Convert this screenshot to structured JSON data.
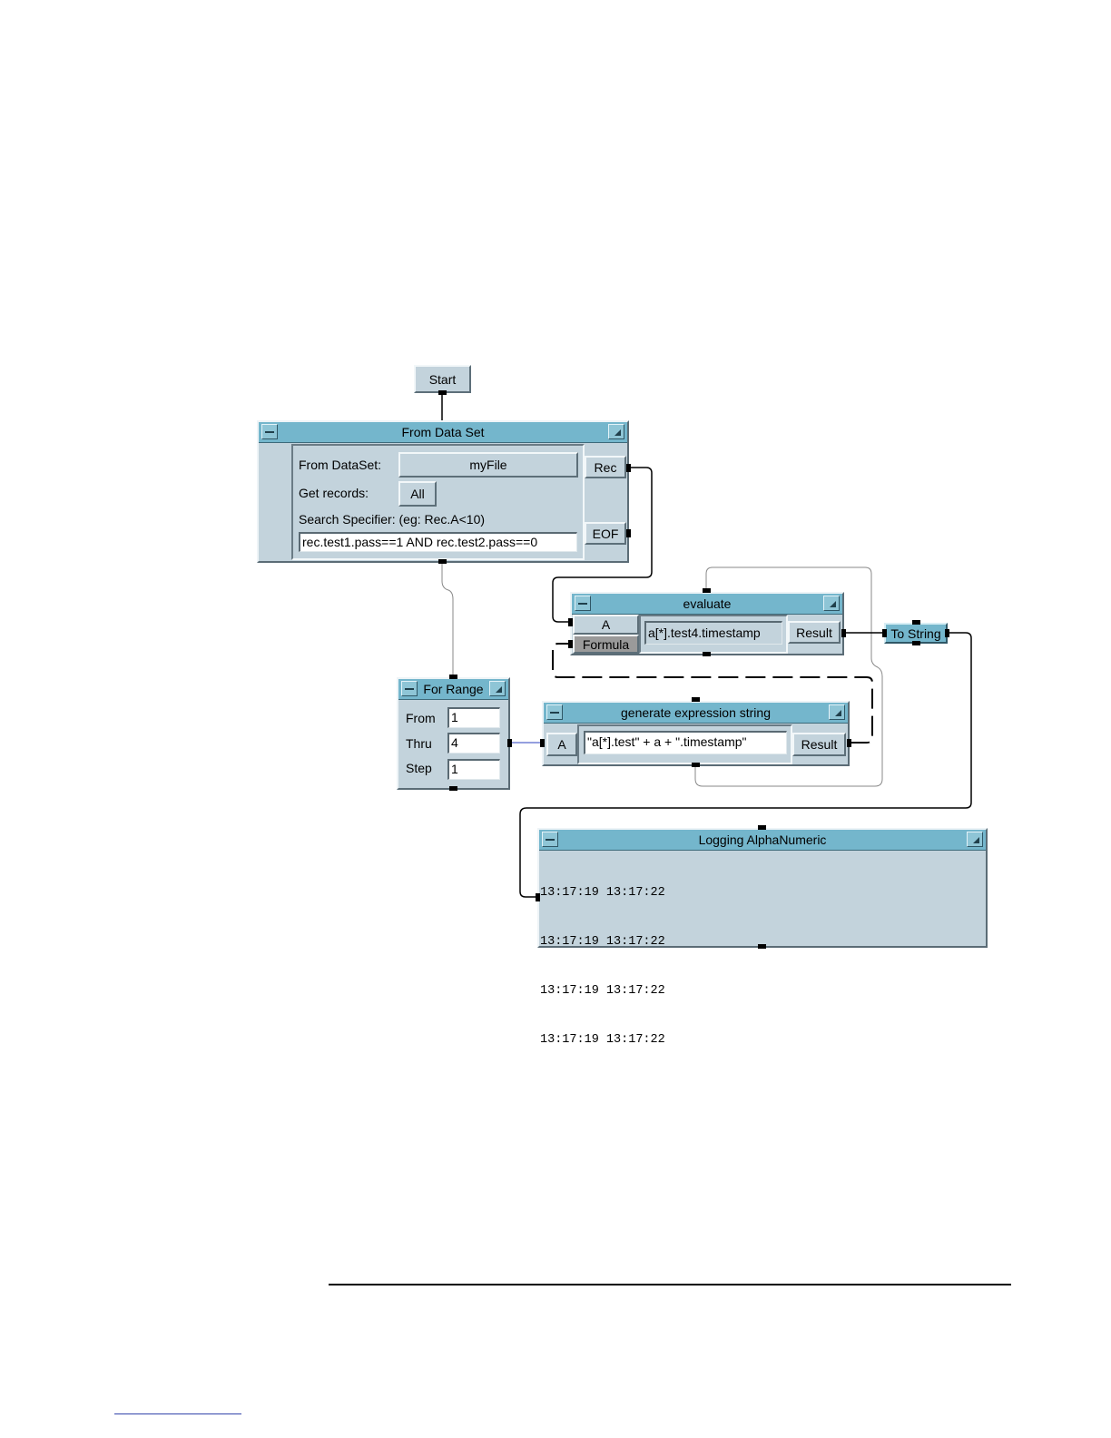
{
  "start": {
    "label": "Start"
  },
  "from_data_set": {
    "title": "From Data Set",
    "from_dataset_label": "From DataSet:",
    "dataset_value": "myFile",
    "get_records_label": "Get records:",
    "get_records_value": "All",
    "search_label": "Search Specifier: (eg: Rec.A<10)",
    "search_value": "rec.test1.pass==1 AND rec.test2.pass==0",
    "out_rec": "Rec",
    "out_eof": "EOF"
  },
  "evaluate": {
    "title": "evaluate",
    "in_a": "A",
    "in_formula": "Formula",
    "formula": "a[*].test4.timestamp",
    "out_result": "Result"
  },
  "to_string": {
    "label": "To String"
  },
  "for_range": {
    "title": "For Range",
    "from_label": "From",
    "from_value": "1",
    "thru_label": "Thru",
    "thru_value": "4",
    "step_label": "Step",
    "step_value": "1"
  },
  "generate": {
    "title": "generate expression string",
    "in_a": "A",
    "formula": "\"a[*].test\" + a + \".timestamp\"",
    "out_result": "Result"
  },
  "logging": {
    "title": "Logging AlphaNumeric",
    "lines": [
      "13:17:19 13:17:22",
      "13:17:19 13:17:22",
      "13:17:19 13:17:22",
      "13:17:19 13:17:22"
    ]
  }
}
